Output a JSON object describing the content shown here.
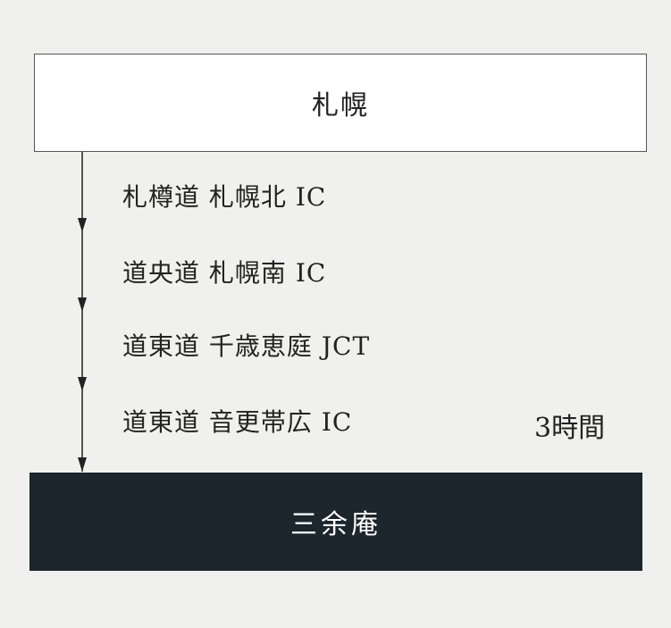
{
  "origin": "札幌",
  "route": [
    {
      "road": "札樽道",
      "point": "札幌北 IC"
    },
    {
      "road": "道央道",
      "point": "札幌南 IC"
    },
    {
      "road": "道東道",
      "point": "千歳恵庭 JCT"
    },
    {
      "road": "道東道",
      "point": "音更帯広 IC"
    }
  ],
  "duration": "3時間",
  "destination": "三余庵",
  "colors": {
    "background": "#f0f0ef",
    "destination_fill": "#1b262d",
    "line": "#222222"
  }
}
